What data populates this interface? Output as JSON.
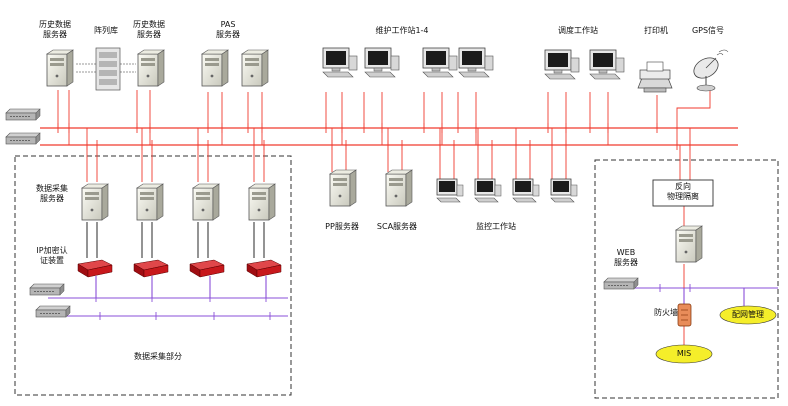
{
  "labels": {
    "history_server_1": "历史数据\n服务器",
    "disk_array": "阵列库",
    "history_server_2": "历史数据\n服务器",
    "pas_server": "PAS\n服务器",
    "maintenance_ws": "维护工作站1-4",
    "dispatch_ws": "调度工作站",
    "printer": "打印机",
    "gps": "GPS信号",
    "data_acq_server": "数据采集\n服务器",
    "ip_encrypt": "IP加密认\n证装置",
    "pp_server": "PP服务器",
    "sca_server": "SCA服务器",
    "monitor_ws": "监控工作站",
    "reverse_isolation": "反向\n物理隔离",
    "web_server": "WEB\n服务器",
    "firewall": "防火墙",
    "mis": "MIS",
    "config_mgmt": "配网管理",
    "data_acq_section": "数据采集部分"
  },
  "colors": {
    "red_bus": "#f03a2e",
    "purple_bus": "#8a4fd8",
    "yellow": "#f5ee2a",
    "device_red": "#c8181c"
  }
}
